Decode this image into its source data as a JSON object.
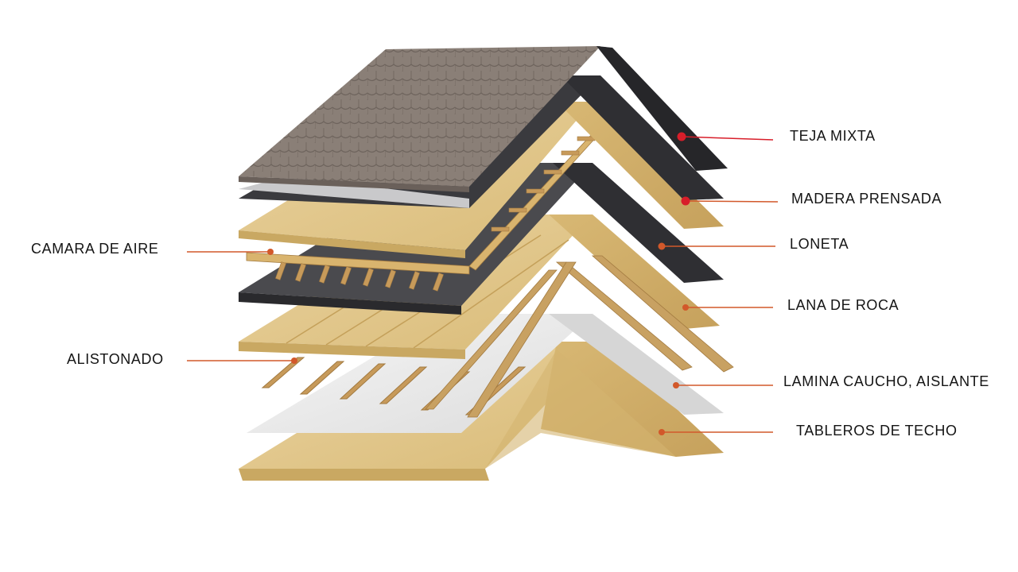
{
  "labels": {
    "teja_mixta": "TEJA MIXTA",
    "madera_prensada": "MADERA PRENSADA",
    "loneta": "LONETA",
    "lana_de_roca": "LANA DE ROCA",
    "lamina_caucho": "LAMINA CAUCHO, AISLANTE",
    "tableros_de_techo": "TABLEROS DE TECHO",
    "camara_de_aire": "CAMARA DE AIRE",
    "alistonado": "ALISTONADO"
  },
  "colors": {
    "leader_red": "#d81e2a",
    "leader_orange": "#d2582a",
    "shingle": "#8a7f77",
    "shingle_line": "#6e645d",
    "dark_membrane": "#2f2f33",
    "wood_board": "#e3c98d",
    "wood_board_edge": "#c9a862",
    "batten": "#c79a5a",
    "silver_sheet": "#c9c9cb",
    "white_sheet": "#eeeeee",
    "label_text": "#141414"
  }
}
